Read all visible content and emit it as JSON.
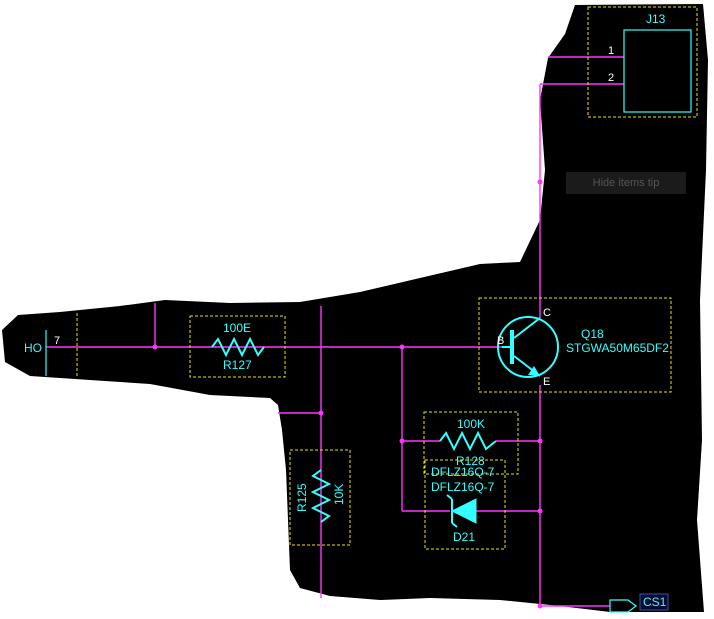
{
  "components": {
    "j13": {
      "ref": "J13",
      "pin1": "1",
      "pin2": "2"
    },
    "q18": {
      "ref": "Q18",
      "value": "STGWA50M65DF2",
      "pin_b": "B",
      "pin_c": "C",
      "pin_e": "E"
    },
    "r127": {
      "ref": "R127",
      "value": "100E"
    },
    "r125": {
      "ref": "R125",
      "value": "10K"
    },
    "r128": {
      "ref": "R128",
      "value": "100K"
    },
    "d21": {
      "ref": "D21",
      "value1": "DFLZ16Q-7",
      "value2": "DFLZ16Q-7"
    }
  },
  "ports": {
    "ho": {
      "label": "HO",
      "pin": "7"
    },
    "cs1": {
      "label": "CS1"
    }
  },
  "tooltip": {
    "text": "Hide items tip"
  },
  "colors": {
    "background": "#000000",
    "wire": "#ff33ff",
    "symbol": "#33ffff",
    "box": "#e6e600",
    "page": "#ffffff"
  }
}
